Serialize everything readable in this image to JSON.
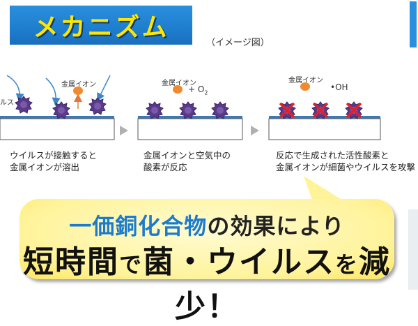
{
  "header": {
    "title": "メカニズム",
    "subtitle": "（イメージ図）"
  },
  "panels": [
    {
      "particle_label": "金属イオン",
      "edge_label": "ルス",
      "caption_line1": "ウイルスが接触すると",
      "caption_line2": "金属イオンが溶出"
    },
    {
      "particle_label": "金属イオン",
      "oxygen_label": "+ O",
      "oxygen_sub": "2",
      "caption_line1": "金属イオンと空気中の",
      "caption_line2": "酸素が反応"
    },
    {
      "particle_label": "金属イオン",
      "radical_label": "•OH",
      "caption_line1": "反応で生成された活性酸素と",
      "caption_line2": "金属イオンが細菌やウイルスを攻撃"
    }
  ],
  "callout": {
    "line1_highlight": "一価銅化合物",
    "line1_rest": "の効果により",
    "line2_part1": "短時間",
    "line2_part2": "で",
    "line2_part3": "菌・ウイルス",
    "line2_part4": "を",
    "line2_part5": "減少！"
  },
  "colors": {
    "banner_blue": "#1f7fcf",
    "title_yellow": "#ffe600",
    "virus_purple": "#5a3a8a",
    "ion_orange": "#f08a30",
    "cross_red": "#e0202a",
    "substrate_blue": "#3a7ab8",
    "highlight_blue": "#1b7bd0",
    "callout_yellow": "#fff39a"
  },
  "icons": [
    "virus-icon",
    "metal-ion-icon",
    "arrow-right-icon",
    "cross-icon"
  ]
}
